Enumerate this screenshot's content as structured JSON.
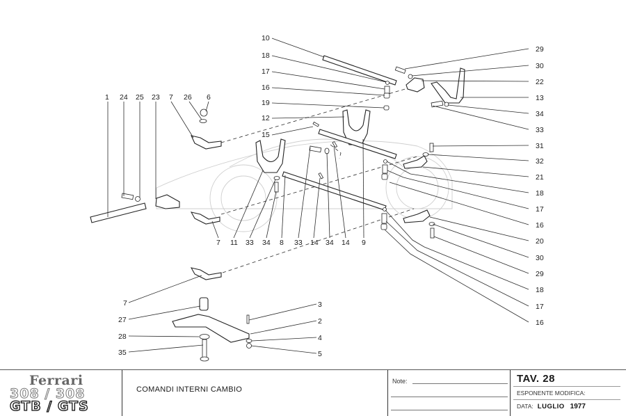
{
  "drawing": {
    "title": "COMANDI INTERNI CAMBIO",
    "part_labels_left_column": [
      "1",
      "24",
      "25",
      "23",
      "7",
      "26",
      "6"
    ],
    "part_labels_top_center": [
      "10",
      "18",
      "17",
      "16",
      "19",
      "12",
      "15"
    ],
    "part_labels_bottom_row": [
      "7",
      "11",
      "33",
      "34",
      "8",
      "33",
      "14",
      "34",
      "14",
      "9"
    ],
    "part_labels_right_column": [
      "29",
      "30",
      "22",
      "13",
      "34",
      "33",
      "31",
      "32",
      "21",
      "18",
      "17",
      "16",
      "20",
      "30",
      "29",
      "18",
      "17",
      "16"
    ],
    "part_labels_lower_left": [
      "7",
      "27",
      "28",
      "35"
    ],
    "part_labels_lower_right": [
      "3",
      "2",
      "4",
      "5"
    ]
  },
  "titleblock": {
    "brand": "Ferrari",
    "model_top": "308 / 308",
    "model_bottom": "GTB / GTS",
    "subject": "COMANDI INTERNI CAMBIO",
    "note_label": "Note:",
    "table": "TAV. 28",
    "modification_label": "ESPONENTE MODIFICA:",
    "date_label": "DATA:",
    "date_month": "LUGLIO",
    "date_year": "1977"
  }
}
